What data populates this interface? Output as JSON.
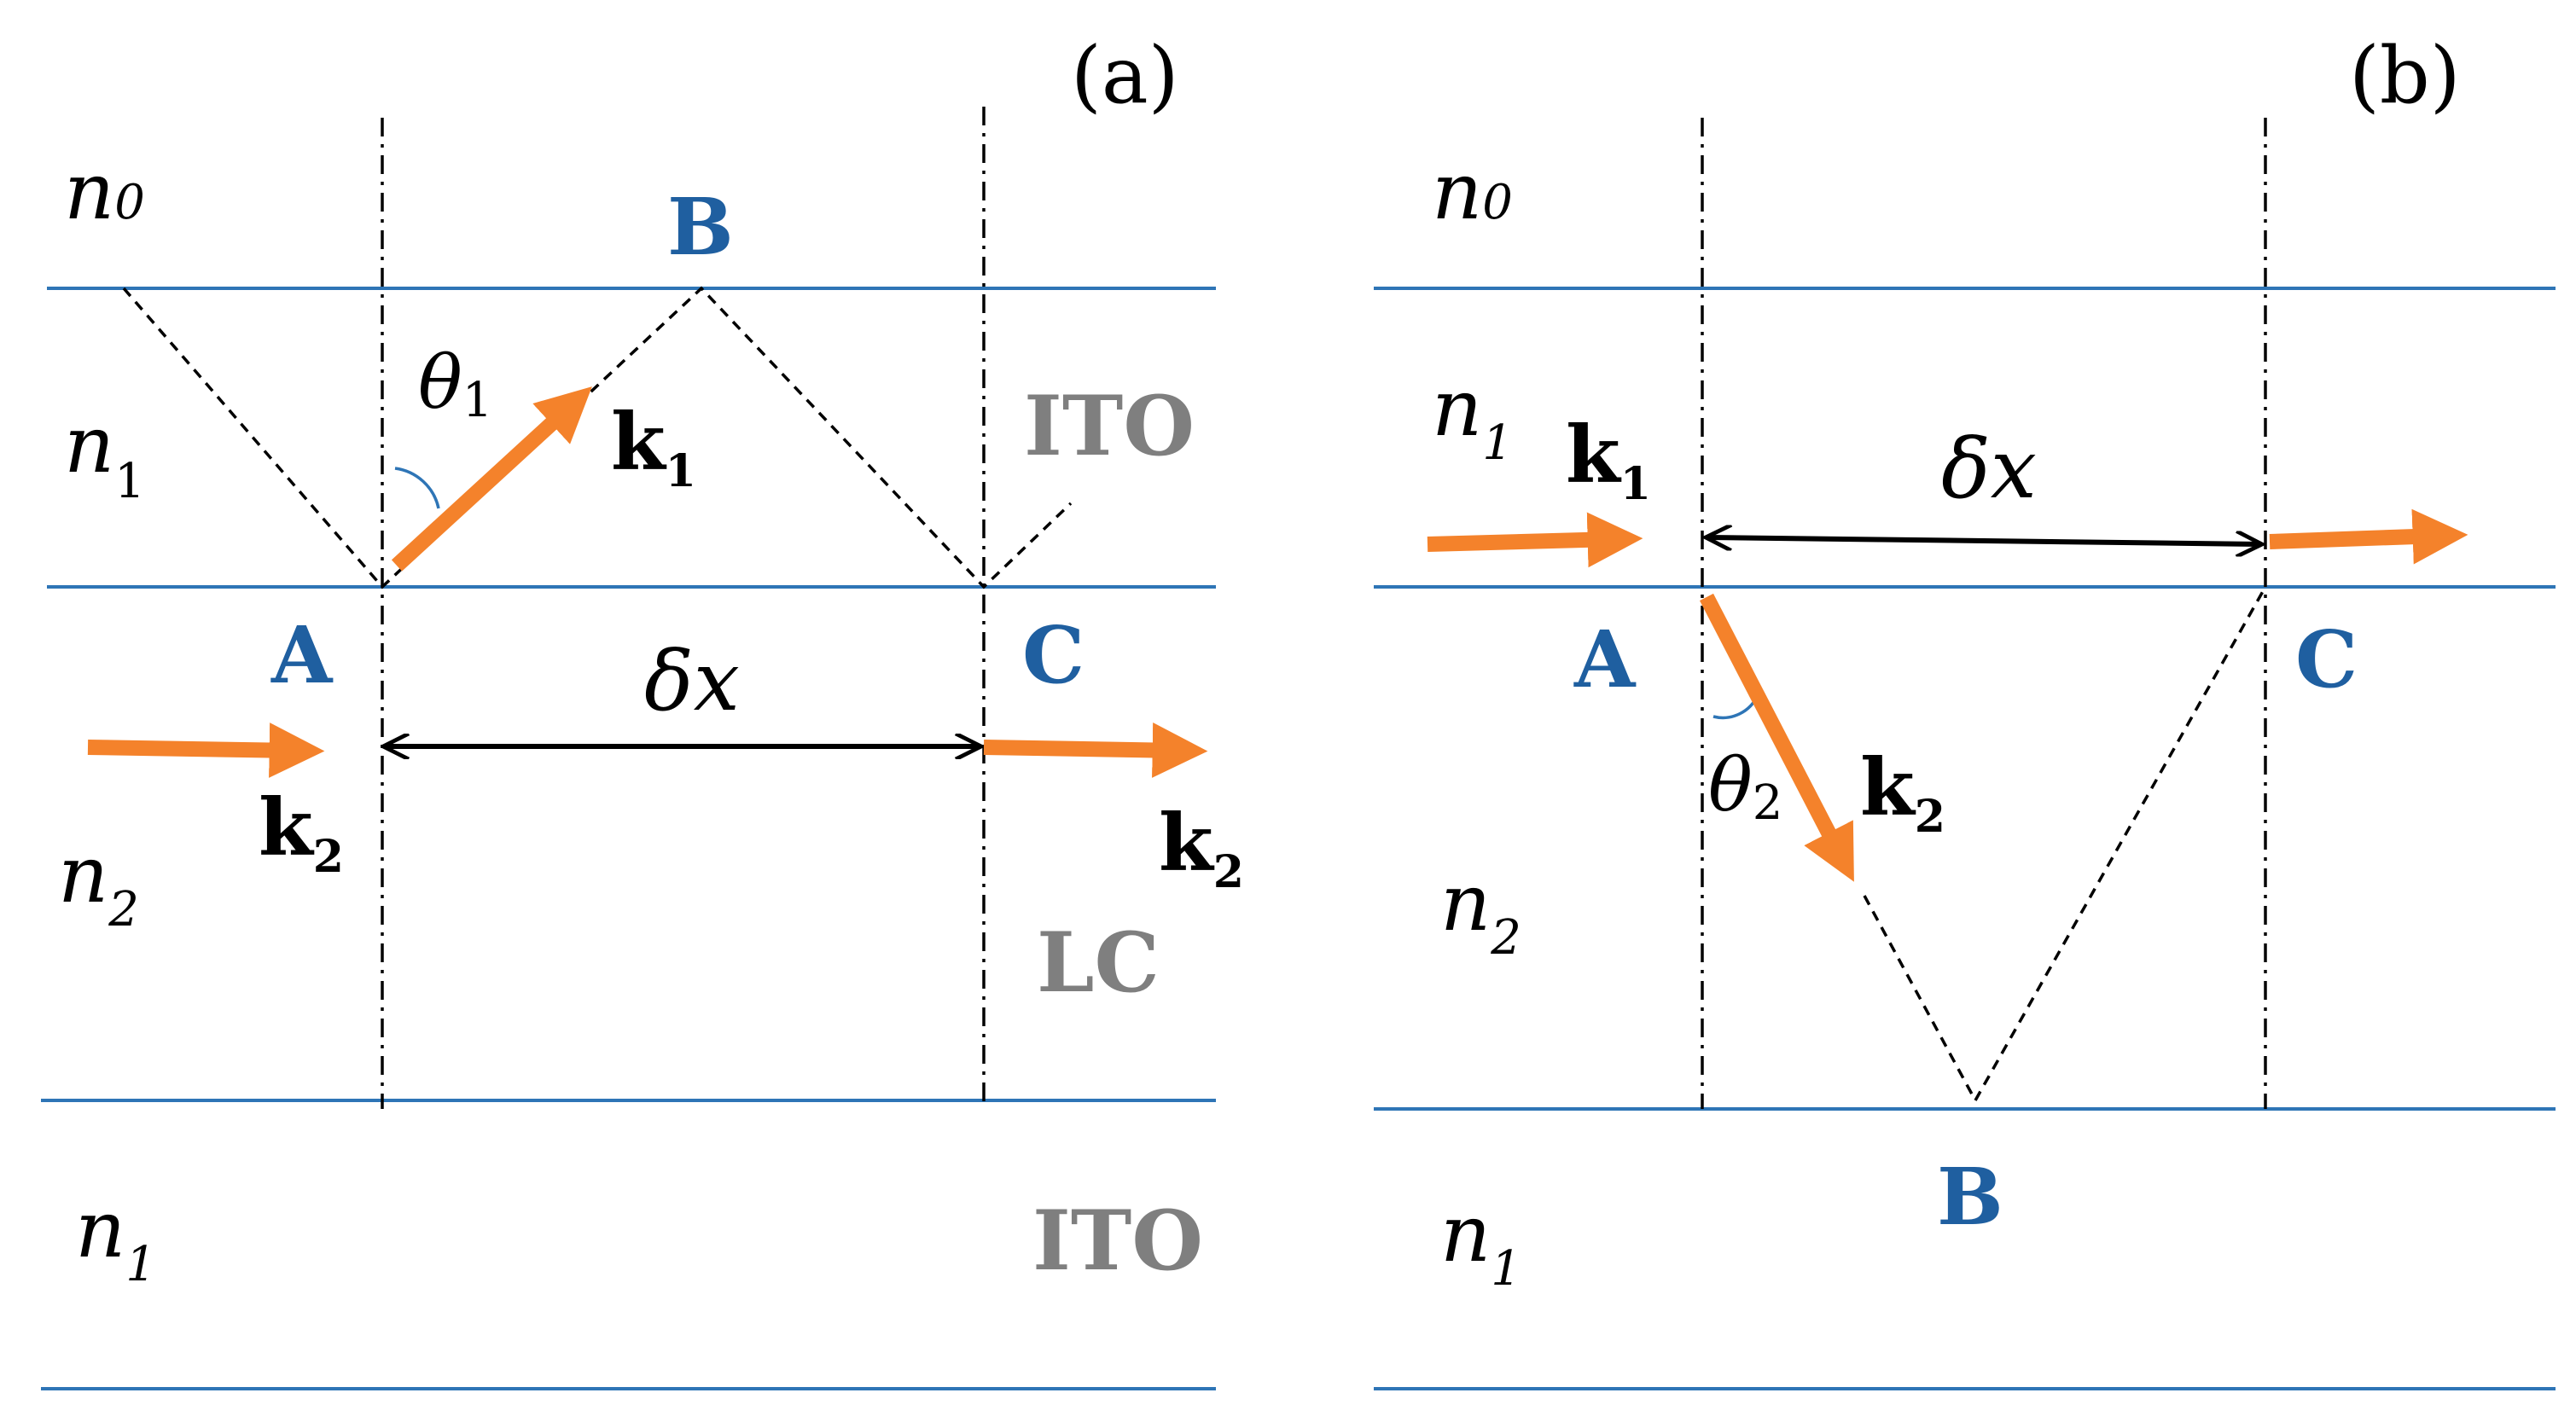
{
  "panel_a": {
    "label": "(a)",
    "n0": {
      "base": "n",
      "sub": "0"
    },
    "n1_top": {
      "base": "n",
      "sub": "1"
    },
    "n2": {
      "base": "n",
      "sub": "2"
    },
    "n1_bottom": {
      "base": "n",
      "sub": "1"
    },
    "point_a": "A",
    "point_b": "B",
    "point_c": "C",
    "material_ito_top": "ITO",
    "material_lc": "LC",
    "material_ito_bottom": "ITO",
    "theta": {
      "base": "θ",
      "sub": "1"
    },
    "k1": {
      "base": "k",
      "sub": "1"
    },
    "k2_left": {
      "base": "k",
      "sub": "2"
    },
    "k2_right": {
      "base": "k",
      "sub": "2"
    },
    "delta_x": "δx"
  },
  "panel_b": {
    "label": "(b)",
    "n0": {
      "base": "n",
      "sub": "0"
    },
    "n1_top": {
      "base": "n",
      "sub": "1"
    },
    "n2": {
      "base": "n",
      "sub": "2"
    },
    "n1_bottom": {
      "base": "n",
      "sub": "1"
    },
    "point_a": "A",
    "point_b": "B",
    "point_c": "C",
    "theta": {
      "base": "θ",
      "sub": "2"
    },
    "k1": {
      "base": "k",
      "sub": "1"
    },
    "k2": {
      "base": "k",
      "sub": "2"
    },
    "delta_x": "δx"
  },
  "colors": {
    "interface_line": "#2e75b6",
    "wave_vector": "#f4822b",
    "point_label": "#1f5fa0",
    "material_label": "#7f7f7f"
  }
}
